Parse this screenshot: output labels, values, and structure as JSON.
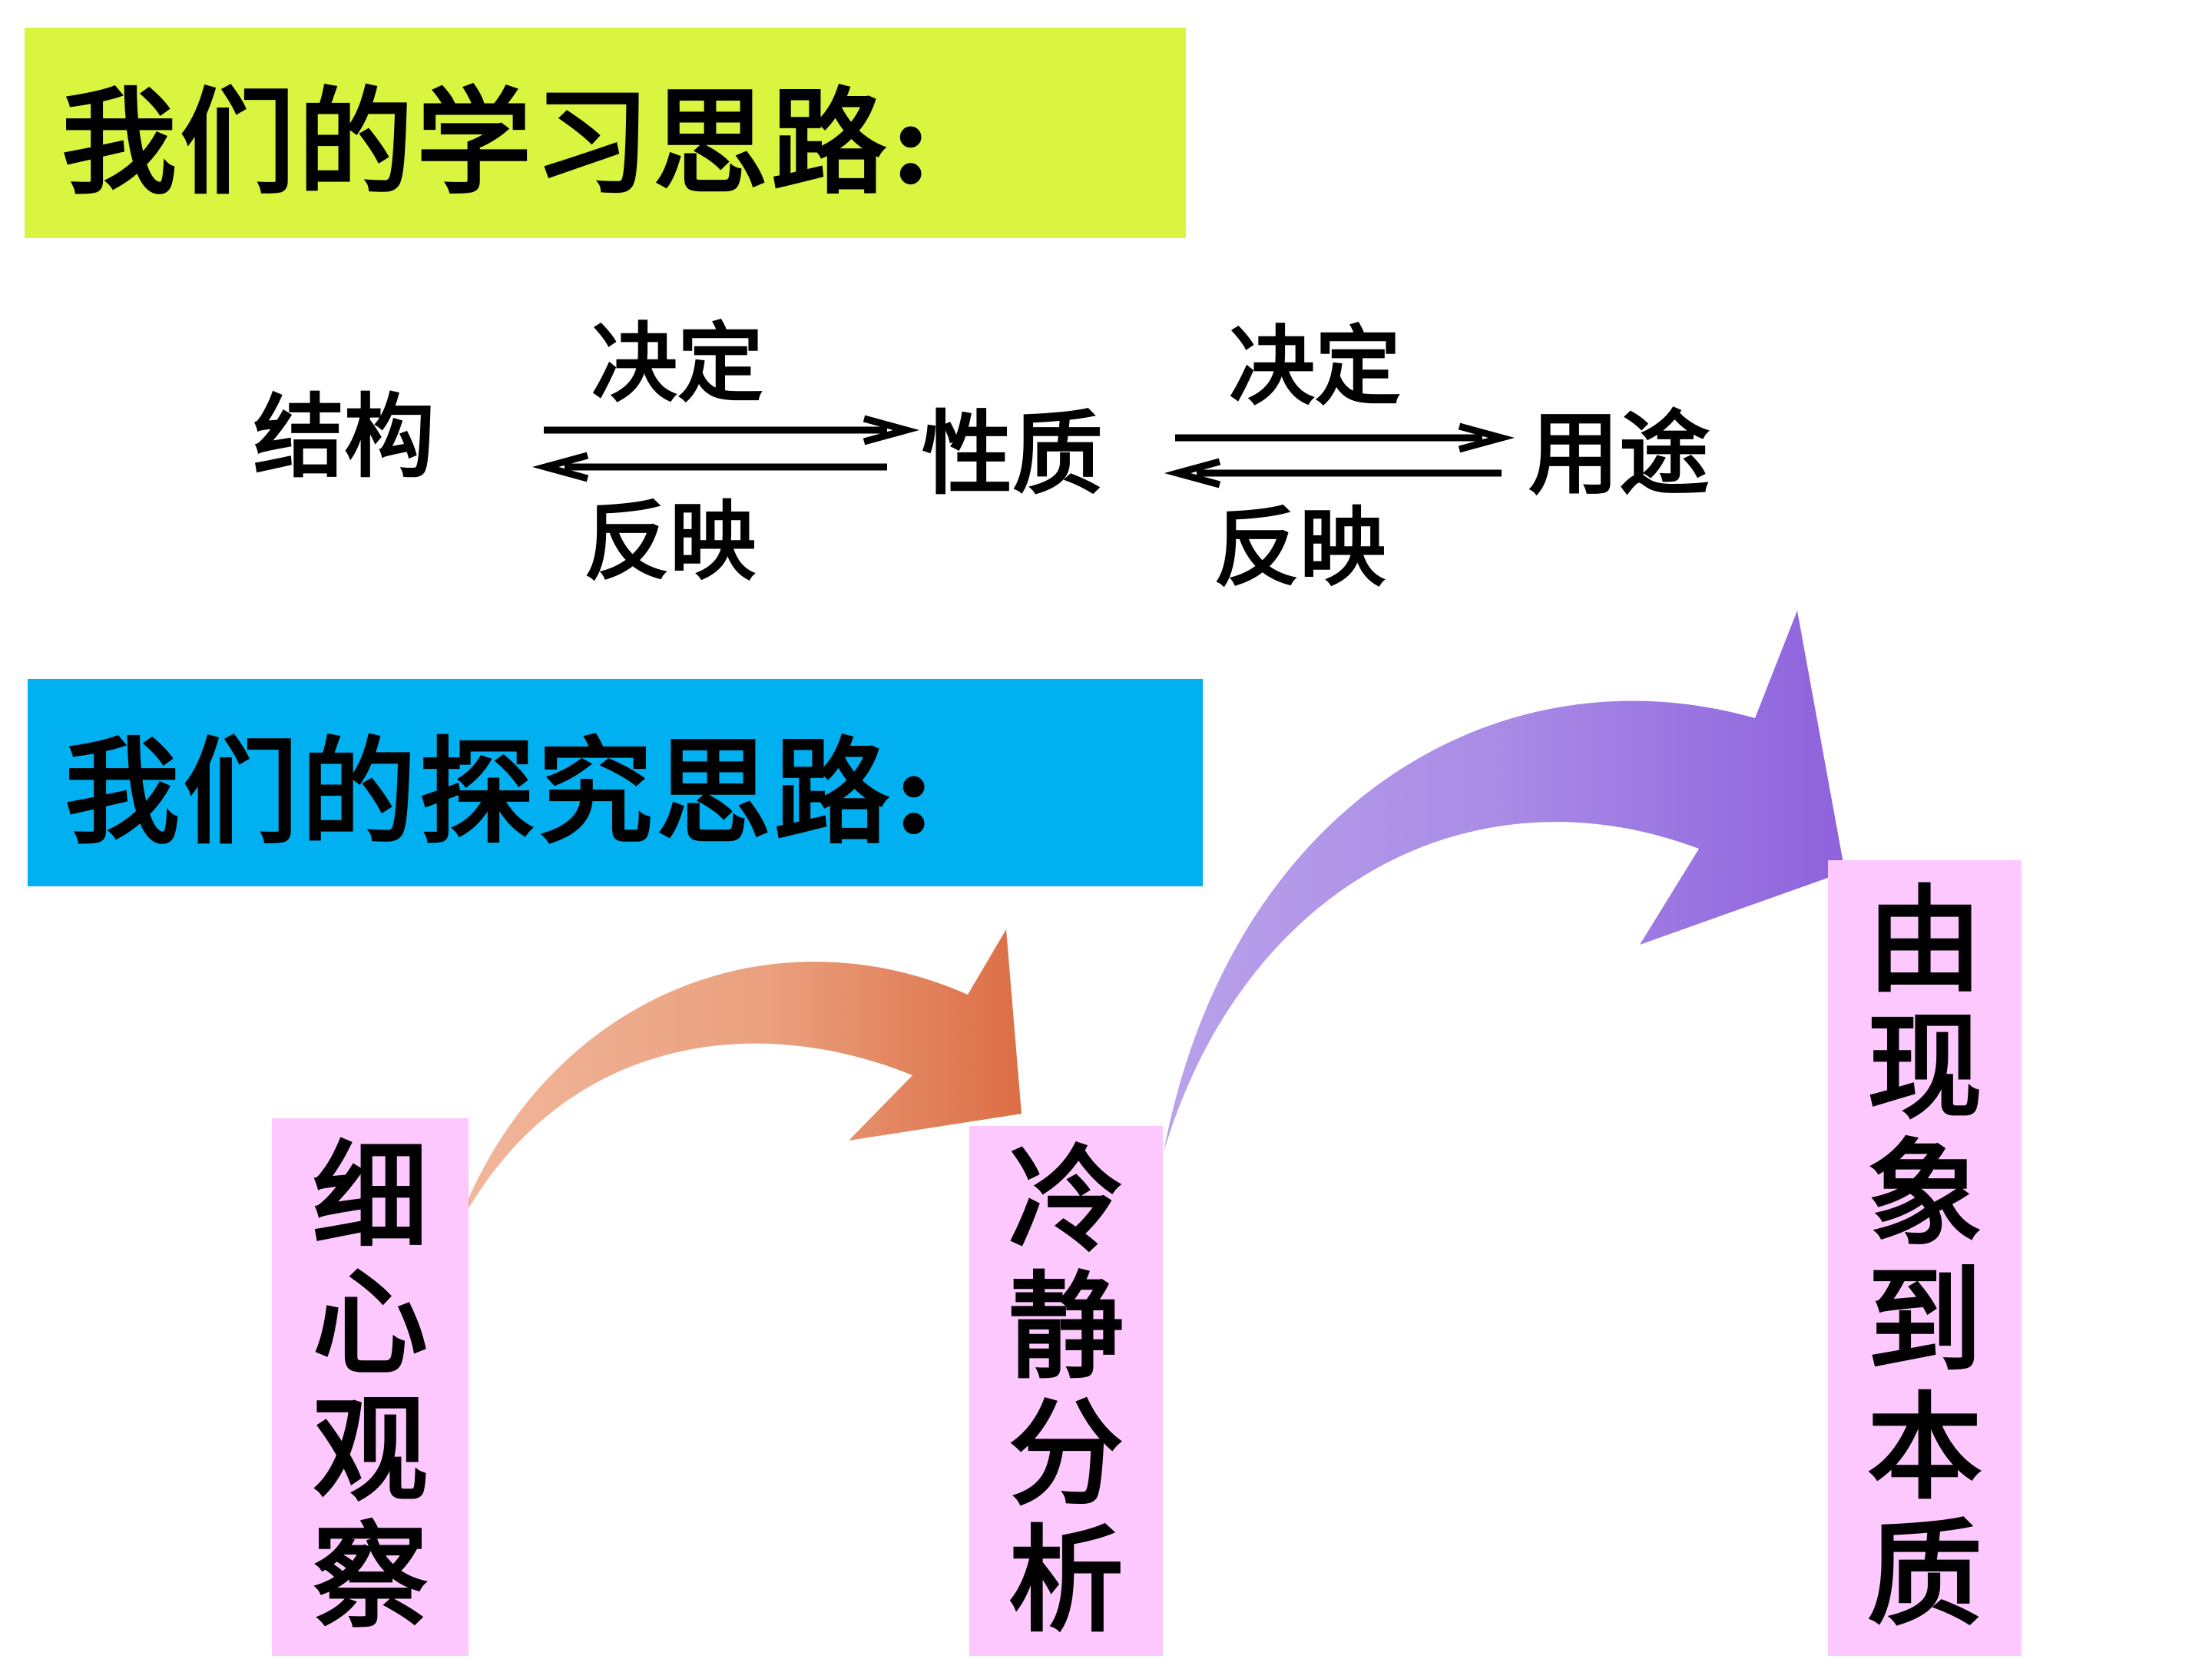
{
  "colors": {
    "banner_learn": "#d9f540",
    "banner_explore": "#00b0f0",
    "vertical_box": "#fdc8fd",
    "orange_arrow": "#e47f56",
    "purple_arrow": "#9a72e0"
  },
  "learning": {
    "title": "我们的学习思路:",
    "nodes": [
      "结构",
      "性质",
      "用途"
    ],
    "relations": [
      {
        "forward": "决定",
        "backward": "反映"
      },
      {
        "forward": "决定",
        "backward": "反映"
      }
    ]
  },
  "exploring": {
    "title": "我们的探究思路:",
    "steps": [
      {
        "chars": [
          "细",
          "心",
          "观",
          "察"
        ]
      },
      {
        "chars": [
          "冷",
          "静",
          "分",
          "析"
        ]
      },
      {
        "chars": [
          "由",
          "现",
          "象",
          "到",
          "本",
          "质"
        ]
      }
    ]
  }
}
